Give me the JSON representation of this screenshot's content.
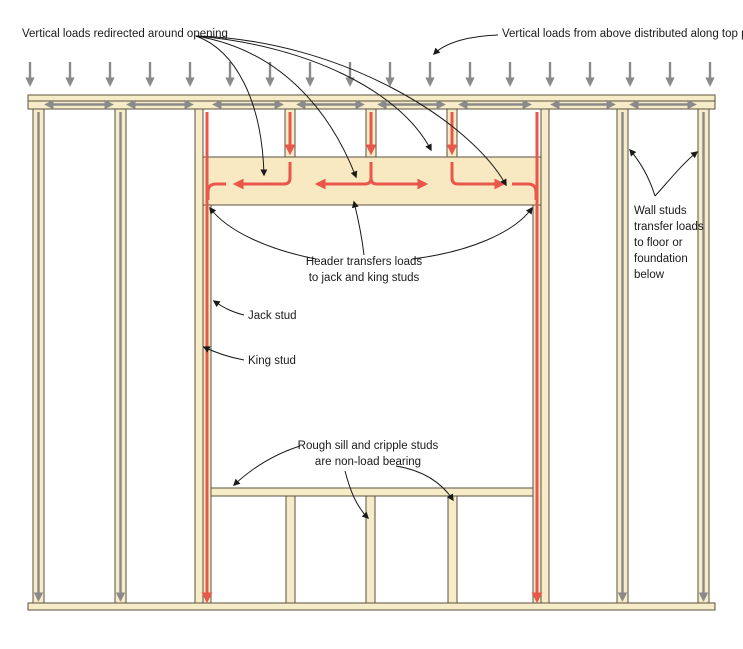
{
  "labels": {
    "redirected": "Vertical loads redirected around opening",
    "distributed": "Vertical loads from above distributed along top plate",
    "header_line1": "Header transfers loads",
    "header_line2": "to jack and king studs",
    "jack": "Jack stud",
    "king": "King stud",
    "wall_line1": "Wall studs",
    "wall_line2": "transfer loads",
    "wall_line3": "to floor or",
    "wall_line4": "foundation",
    "wall_line5": "below",
    "sill_line1": "Rough sill and cripple studs",
    "sill_line2": "are non-load bearing"
  },
  "colors": {
    "lumber": "#f7ecc8",
    "header": "#f9e9c2",
    "load_arrow": "#8a8a8a",
    "redirect_arrow": "#e8574a",
    "outline": "#5a5040"
  }
}
